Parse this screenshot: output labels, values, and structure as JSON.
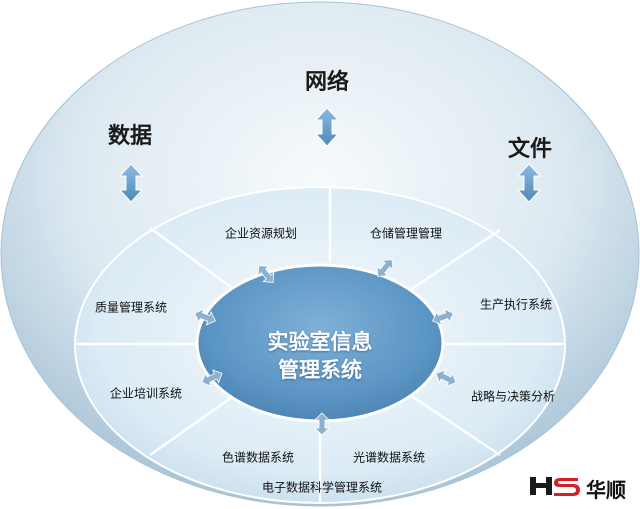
{
  "outer": {
    "labels": [
      "数据",
      "网络",
      "文件"
    ]
  },
  "ring": {
    "segments": [
      "企业资源规划",
      "仓储管理管理",
      "生产执行系统",
      "战略与决策分析",
      "光谱数据系统",
      "色谱数据系统",
      "企业培训系统",
      "质量管理系统"
    ],
    "bottom_label": "电子数据科学管理系统"
  },
  "center": {
    "line1": "实验室信息",
    "line2": "管理系统"
  },
  "logo": {
    "mark": "HS",
    "text": "华顺",
    "colors": {
      "h": "#1a1a1a",
      "s": "#d42027"
    }
  },
  "colors": {
    "outer_fill_light": "#eef4f8",
    "outer_fill_dark": "#b3cbdb",
    "ring_fill": "#e3eef6",
    "center_fill": "#5c96c4",
    "arrow_fill": "#6fa3cc"
  },
  "icons": {
    "outer_arrows": "double-arrow-vertical-icon",
    "inner_arrows": "double-arrow-diagonal-icon"
  }
}
